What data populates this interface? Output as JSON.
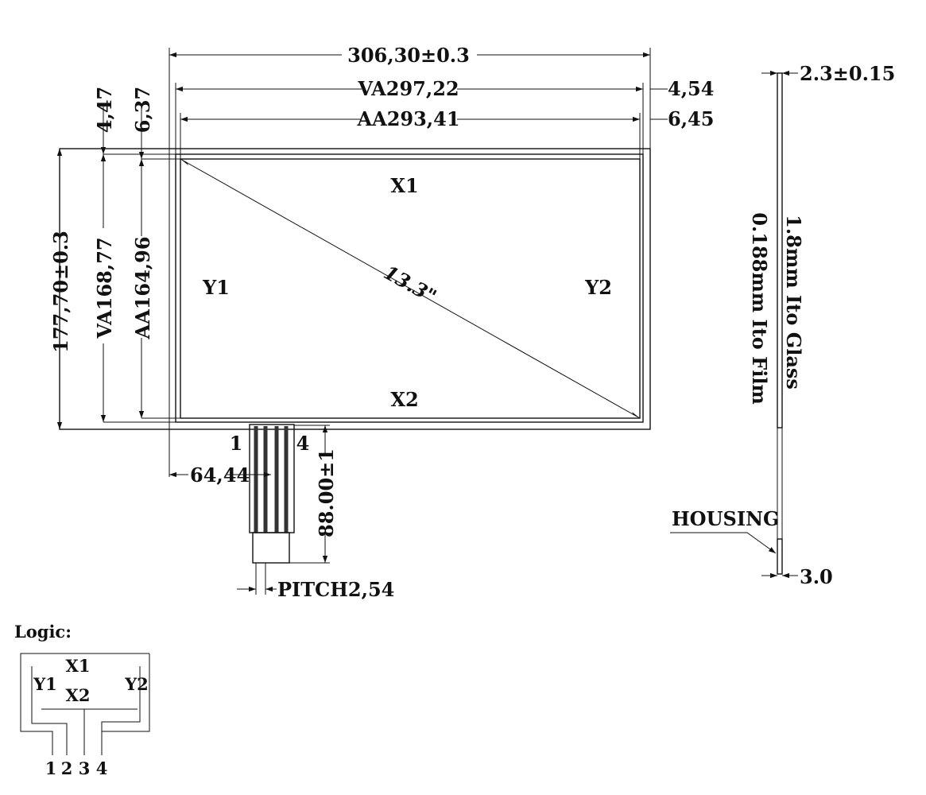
{
  "dimensions": {
    "overall_width": "306,30±0.3",
    "va_width": "VA297,22",
    "aa_width": "AA293,41",
    "right_va_offset": "4,54",
    "right_aa_offset": "6,45",
    "top_va_offset": "4,47",
    "top_aa_offset": "6,37",
    "overall_height": "177,70±0.3",
    "va_height": "VA168,77",
    "aa_height": "AA164,96",
    "tail_offset": "64,44",
    "tail_length": "88.00±1",
    "pitch": "PITCH2,54",
    "diagonal": "13.3\""
  },
  "front_view": {
    "x1": "X1",
    "x2": "X2",
    "y1": "Y1",
    "y2": "Y2",
    "pin_first": "1",
    "pin_last": "4"
  },
  "side_view": {
    "total_thickness": "2.3±0.15",
    "glass": "1.8mm Ito Glass",
    "film": "0.188mm Ito Film",
    "housing": "HOUSING",
    "housing_dim": "3.0"
  },
  "logic": {
    "title": "Logic:",
    "x1": "X1",
    "x2": "X2",
    "y1": "Y1",
    "y2": "Y2",
    "pins": [
      "1",
      "2",
      "3",
      "4"
    ]
  }
}
